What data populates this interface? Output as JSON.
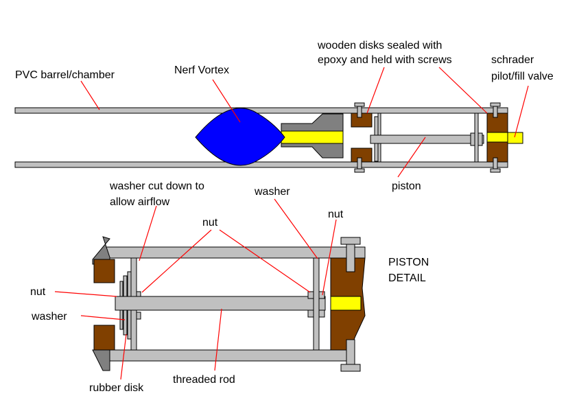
{
  "labels": {
    "pvc_barrel": "PVC barrel/chamber",
    "nerf_vortex": "Nerf Vortex",
    "wooden_disks_line1": "wooden disks sealed with",
    "wooden_disks_line2": "epoxy and held with screws",
    "schrader_line1": "schrader",
    "schrader_line2": "pilot/fill valve",
    "piston": "piston",
    "washer_cut_line1": "washer cut down to",
    "washer_cut_line2": "allow airflow",
    "washer_top": "washer",
    "nut_center": "nut",
    "nut_right": "nut",
    "piston_detail_line1": "PISTON",
    "piston_detail_line2": "DETAIL",
    "nut_left": "nut",
    "washer_left": "washer",
    "threaded_rod": "threaded rod",
    "rubber_disk": "rubber disk"
  },
  "colors": {
    "pipe": "#c0c0c0",
    "outline": "#000000",
    "shadow": "#808080",
    "wood": "#804000",
    "yellow": "#ffff00",
    "nerf_blue": "#0000ff",
    "leader": "#ff0000"
  }
}
